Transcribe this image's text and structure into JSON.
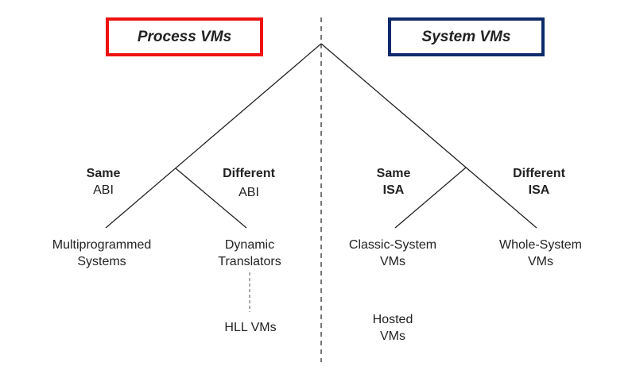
{
  "categories": {
    "process": {
      "title": "Process VMs",
      "border_color": "#ee1111"
    },
    "system": {
      "title": "System VMs",
      "border_color": "#0d2a6b"
    }
  },
  "branches": {
    "process_same": {
      "line1": "Same",
      "line2": "ABI"
    },
    "process_different": {
      "line1": "Different",
      "line2": "ABI"
    },
    "system_same": {
      "line1": "Same",
      "line2": "ISA"
    },
    "system_different": {
      "line1": "Different",
      "line2": "ISA"
    }
  },
  "leaves": {
    "multiprogrammed": {
      "line1": "Multiprogrammed",
      "line2": "Systems"
    },
    "dynamic_translators": {
      "line1": "Dynamic",
      "line2": "Translators"
    },
    "classic_system": {
      "line1": "Classic-System",
      "line2": "VMs"
    },
    "whole_system": {
      "line1": "Whole-System",
      "line2": "VMs"
    },
    "hll_vms": {
      "line1": "HLL VMs"
    },
    "hosted_vms": {
      "line1": "Hosted",
      "line2": "VMs"
    }
  }
}
